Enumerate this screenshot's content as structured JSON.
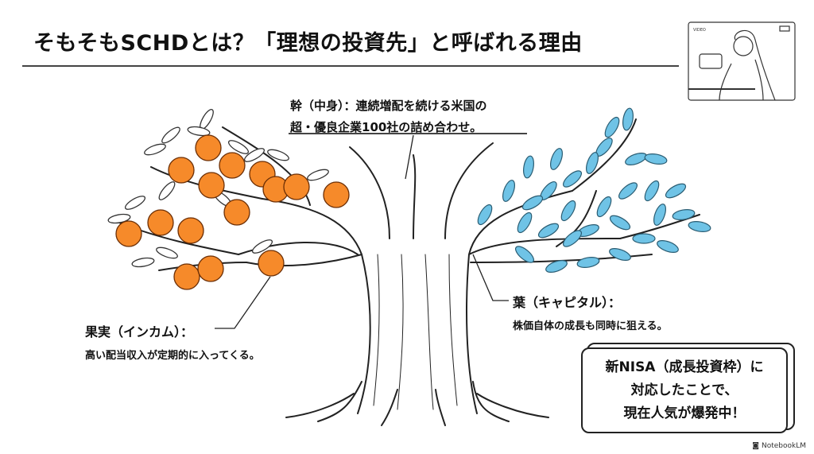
{
  "title": "そもそもSCHDとは？「理想の投資先」と呼ばれる理由",
  "trunk": {
    "line1": "幹（中身）：連続増配を続ける米国の",
    "line2": "超・優良企業100社の詰め合わせ。"
  },
  "fruit": {
    "heading": "果実（インカム）：",
    "desc": "高い配当収入が定期的に入ってくる。"
  },
  "leaves": {
    "heading": "葉（キャピタル）：",
    "desc": "株価自体の成長も同時に狙える。"
  },
  "callout": {
    "line1": "新NISA（成長投資枠）に",
    "line2": "対応したことで、",
    "line3": "現在人気が爆発中！"
  },
  "video_thumb": {
    "label": "VIDEO"
  },
  "watermark": "NotebookLM",
  "colors": {
    "orange": "#f68a2a",
    "leaf_blue": "#6fc3e6",
    "ink": "#222222"
  }
}
